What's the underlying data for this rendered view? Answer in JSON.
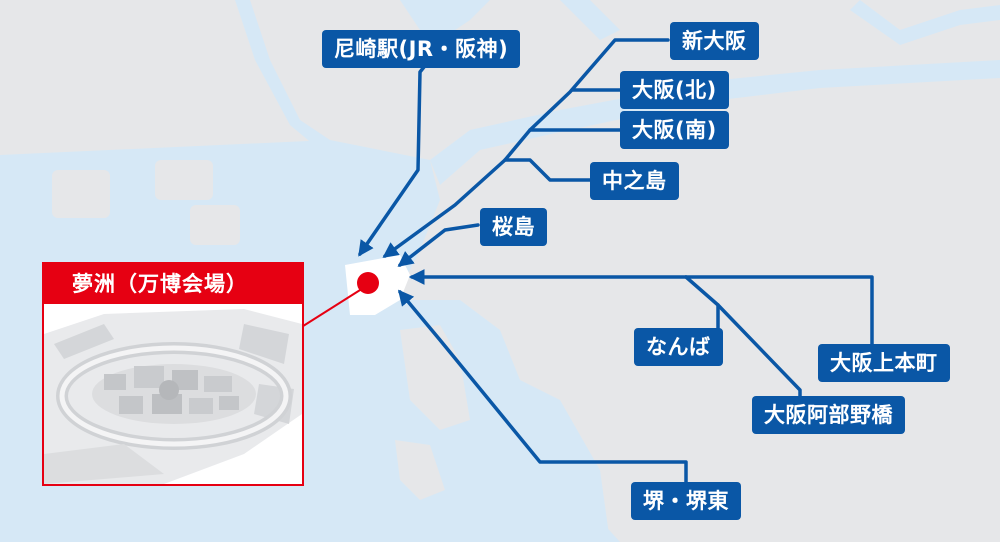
{
  "destination": {
    "label": "夢洲（万博会場）",
    "accent_color": "#e60012"
  },
  "route_color": "#0a57a6",
  "stations": [
    {
      "id": "amagasaki",
      "label": "尼崎駅(JR・阪神)"
    },
    {
      "id": "shin-osaka",
      "label": "新大阪"
    },
    {
      "id": "osaka-kita",
      "label": "大阪(北)"
    },
    {
      "id": "osaka-minami",
      "label": "大阪(南)"
    },
    {
      "id": "nakanoshima",
      "label": "中之島"
    },
    {
      "id": "sakurajima",
      "label": "桜島"
    },
    {
      "id": "namba",
      "label": "なんば"
    },
    {
      "id": "osaka-uehonmachi",
      "label": "大阪上本町"
    },
    {
      "id": "osaka-abenobashi",
      "label": "大阪阿部野橋"
    },
    {
      "id": "sakai",
      "label": "堺・堺東"
    }
  ]
}
